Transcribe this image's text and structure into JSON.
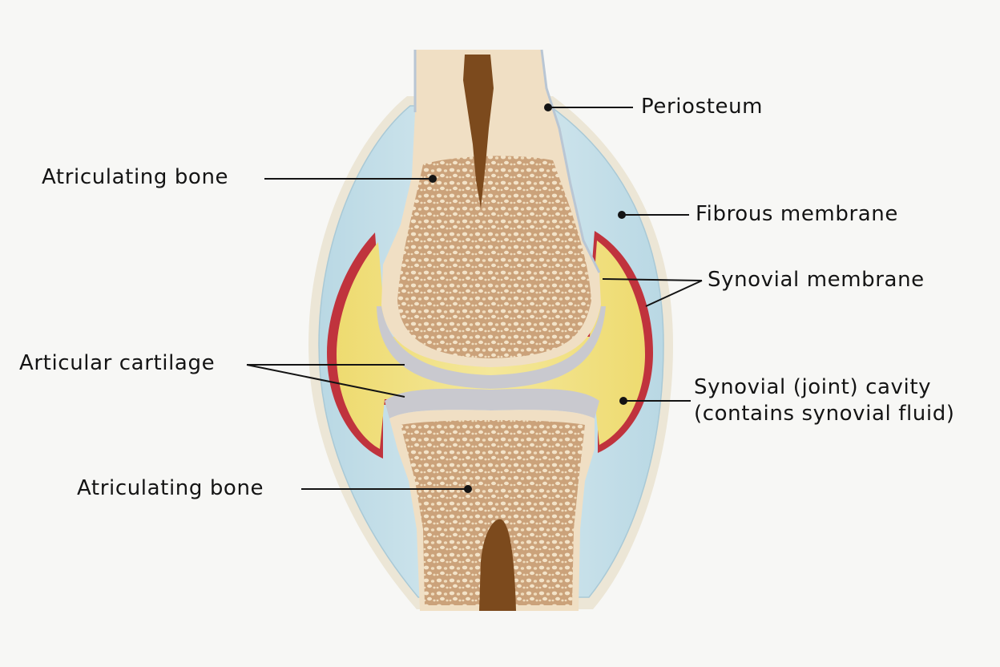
{
  "labels": {
    "periosteum": "Periosteum",
    "upper_bone": "Atriculating bone",
    "fibrous_membrane": "Fibrous membrane",
    "synovial_membrane": "Synovial membrane",
    "articular_cartilage": "Articular cartilage",
    "synovial_cavity_line1": "Synovial (joint) cavity",
    "synovial_cavity_line2": "(contains synovial fluid)",
    "lower_bone": "Atriculating bone"
  },
  "colors": {
    "background": "#f7f7f5",
    "outer_tissue": "#ece6d6",
    "fibrous_membrane": "#c9e1ea",
    "synovial_membrane": "#c0333d",
    "synovial_fluid": "#efe080",
    "articular_cartilage": "#c9c9cf",
    "bone": "#f0dfc4",
    "spongy_bone": "#b58a5c",
    "marrow_cavity": "#7c4a1d",
    "leader_line": "#141414"
  }
}
